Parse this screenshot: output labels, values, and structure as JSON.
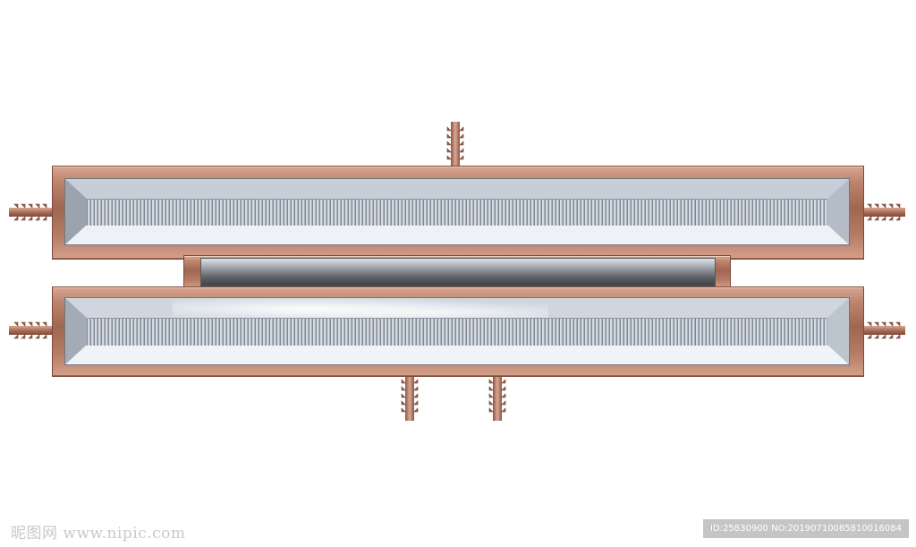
{
  "image": {
    "subject": "copper-frame-with-mirror-panels",
    "colors": {
      "background": "#ffffff",
      "copper": "#b77c66",
      "copper_dark": "#7e4a38",
      "steel": "#d5dbe2",
      "watermark_bar": "#969696"
    }
  },
  "watermarks": {
    "site_logo": "昵图网 www.nipic.com",
    "id_line": "ID:25830900 NO:20190710085810016084"
  }
}
